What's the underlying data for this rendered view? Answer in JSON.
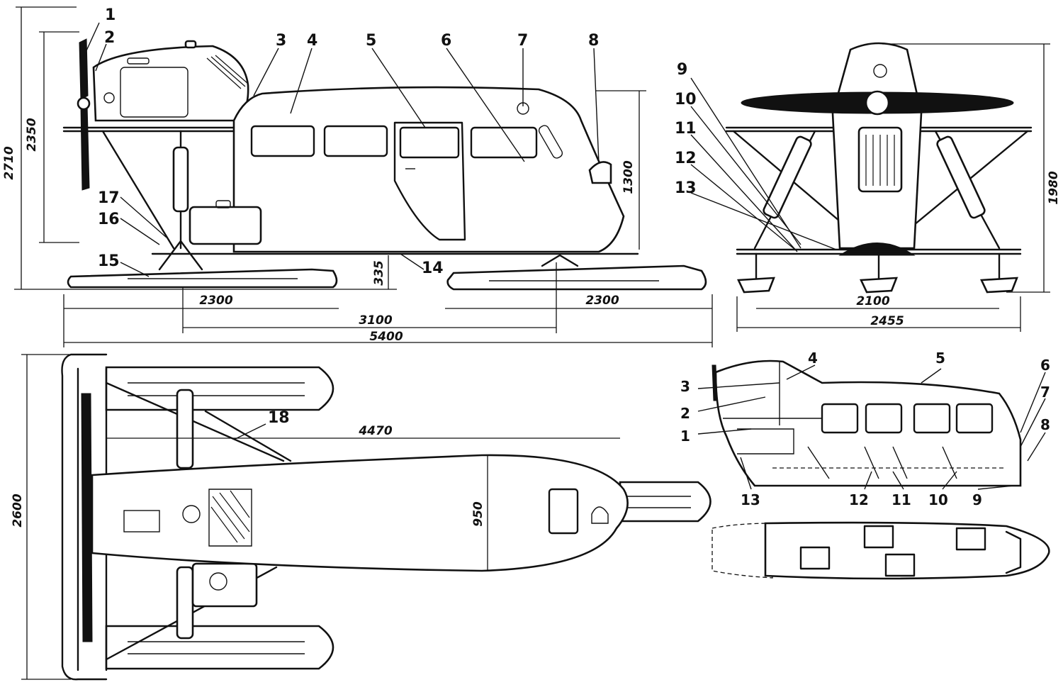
{
  "callouts": {
    "side": [
      "1",
      "2",
      "3",
      "4",
      "5",
      "6",
      "7",
      "8",
      "14",
      "15",
      "16",
      "17"
    ],
    "front": [
      "9",
      "10",
      "11",
      "12",
      "13"
    ],
    "top": [
      "18"
    ],
    "section": [
      "1",
      "2",
      "3",
      "4",
      "5",
      "6",
      "7",
      "8",
      "9",
      "10",
      "11",
      "12",
      "13"
    ]
  },
  "dimensions": {
    "side": {
      "total_height": "2710",
      "prop_height": "2350",
      "body_height": "1300",
      "ski_clearance": "335",
      "front_ski_length": "2300",
      "rear_ski_length": "2300",
      "ski_base": "3100",
      "overall_length": "5400"
    },
    "front": {
      "height": "1980",
      "track": "2100",
      "overall_width": "2455"
    },
    "top": {
      "length": "4470",
      "body_width": "950",
      "overall_width": "2600"
    }
  }
}
